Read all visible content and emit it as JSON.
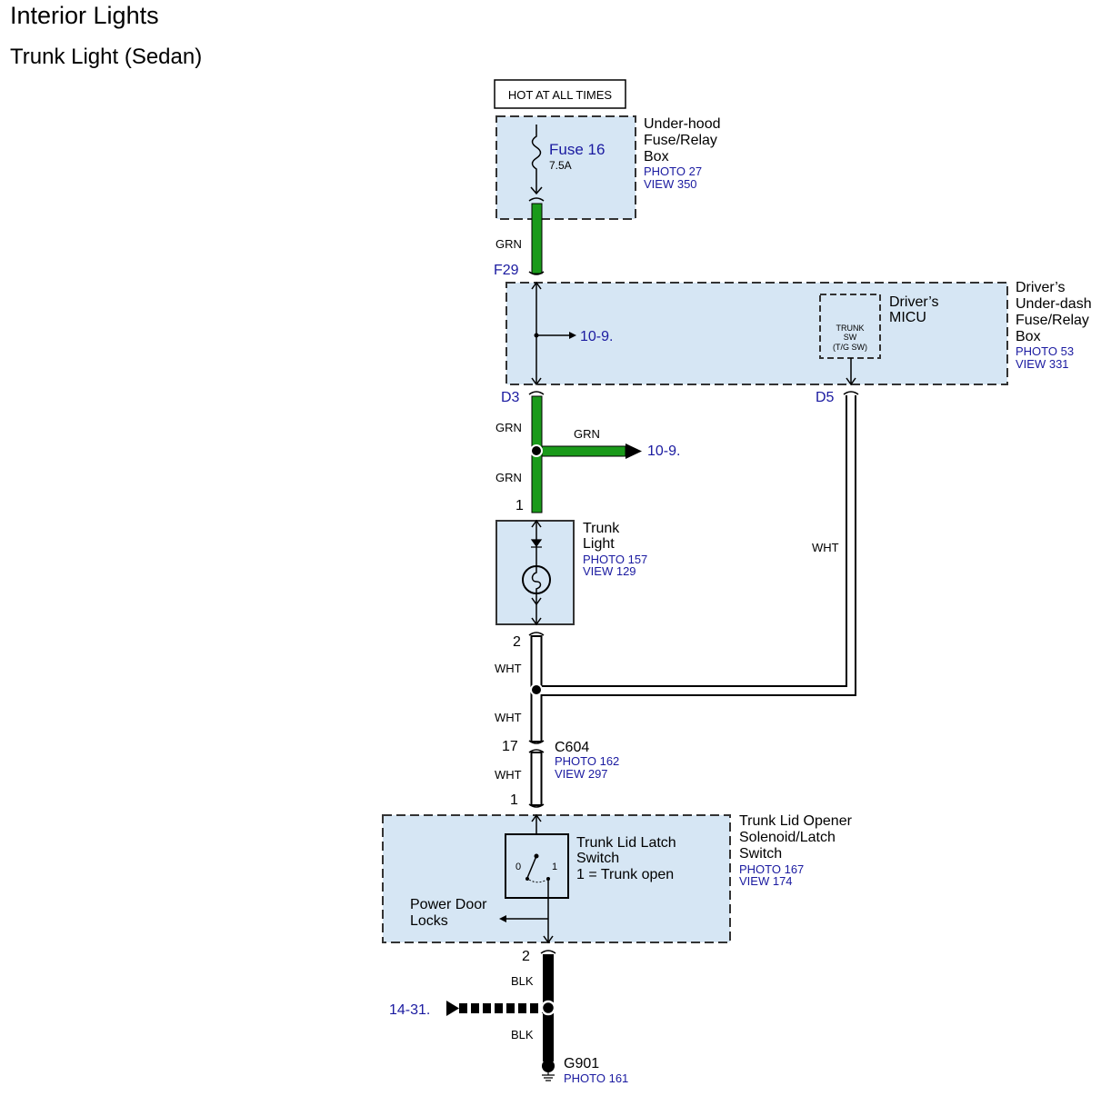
{
  "title": "Interior Lights",
  "subtitle": "Trunk Light (Sedan)",
  "colors": {
    "box_fill": "#d6e6f4",
    "grn_wire": "#1a9a1a",
    "blk_wire": "#000000",
    "wht_wire": "#ffffff",
    "ref_text": "#1a1aa0"
  },
  "power_label": "HOT AT ALL TIMES",
  "underhood_box": {
    "name_lines": [
      "Under-hood",
      "Fuse/Relay",
      "Box"
    ],
    "photo": "PHOTO 27",
    "view": "VIEW 350",
    "fuse_name": "Fuse 16",
    "fuse_rating": "7.5A"
  },
  "underdash_box": {
    "name_lines": [
      "Driver’s",
      "Under-dash",
      "Fuse/Relay",
      "Box"
    ],
    "photo": "PHOTO 53",
    "view": "VIEW 331",
    "micu_lines": [
      "Driver’s",
      "MICU"
    ],
    "switch_lines": [
      "TRUNK",
      "SW",
      "(T/G SW)"
    ],
    "ref": "10-9."
  },
  "terminals": {
    "f29": "F29",
    "d3": "D3",
    "d5": "D5",
    "trunk_light_1": "1",
    "trunk_light_2": "2",
    "c604_pin": "17",
    "solenoid_1": "1",
    "solenoid_2": "2"
  },
  "wire_labels": {
    "grn_1": "GRN",
    "grn_2": "GRN",
    "grn_branch": "GRN",
    "grn_3": "GRN",
    "wht_d5": "WHT",
    "wht_1": "WHT",
    "wht_2": "WHT",
    "wht_3": "WHT",
    "blk_1": "BLK",
    "blk_2": "BLK"
  },
  "grn_branch_ref": "10-9.",
  "trunk_light": {
    "name_lines": [
      "Trunk",
      "Light"
    ],
    "photo": "PHOTO 157",
    "view": "VIEW 129"
  },
  "c604": {
    "name": "C604",
    "photo": "PHOTO 162",
    "view": "VIEW 297"
  },
  "solenoid": {
    "name_lines": [
      "Trunk Lid Opener",
      "Solenoid/Latch",
      "Switch"
    ],
    "photo": "PHOTO 167",
    "view": "VIEW 174",
    "switch_lines": [
      "Trunk Lid Latch",
      "Switch",
      "1 = Trunk open"
    ],
    "pos_0": "0",
    "pos_1": "1",
    "power_door_lines": [
      "Power Door",
      "Locks"
    ]
  },
  "blk_ref": "14-31.",
  "ground": {
    "name": "G901",
    "photo": "PHOTO 161"
  }
}
